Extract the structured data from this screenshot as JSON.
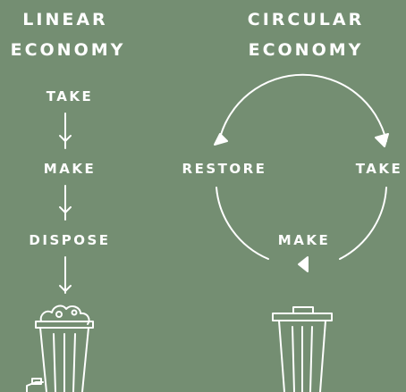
{
  "linear": {
    "title_line1": "LINEAR",
    "title_line2": "ECONOMY",
    "steps": [
      "TAKE",
      "MAKE",
      "DISPOSE"
    ]
  },
  "circular": {
    "title_line1": "CIRCULAR",
    "title_line2": "ECONOMY",
    "steps": {
      "restore": "RESTORE",
      "take": "TAKE",
      "make": "MAKE"
    }
  },
  "colors": {
    "background": "#748e72",
    "foreground": "#ffffff"
  },
  "icons": {
    "full_bin": "trash-bin-full-icon",
    "empty_bin": "trash-bin-empty-icon"
  }
}
